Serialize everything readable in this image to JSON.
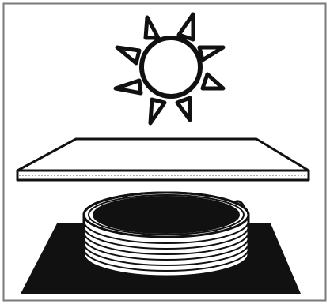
{
  "scene": {
    "icons": [
      "sun-icon",
      "glass-panel",
      "coiled-tube",
      "dark-base"
    ],
    "colors": {
      "ink": "#111111",
      "paper": "#ffffff",
      "frame": "#7a7a7a"
    }
  }
}
